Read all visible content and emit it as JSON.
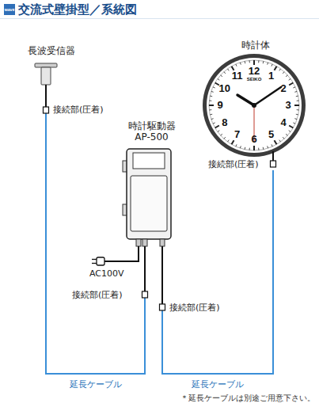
{
  "diagram": {
    "title": "交流式壁掛型／系統図",
    "nodes": [
      {
        "text": [
          "長波受信器"
        ]
      },
      {
        "text": [
          "時計駆動器",
          "AP-500"
        ]
      },
      {
        "text": [
          "時計体"
        ]
      }
    ],
    "edges": [
      {
        "from": 0,
        "to": 1,
        "arrow": "none",
        "label": "延長ケーブル"
      },
      {
        "from": 1,
        "to": 2,
        "arrow": "none",
        "label": "延長ケーブル"
      }
    ],
    "labels": [
      "WAVE",
      "接続部(圧着)",
      "接続部(圧着)",
      "接続部(圧着)",
      "接続部(圧着)",
      "AC100V",
      "12",
      "1",
      "2",
      "3",
      "4",
      "5",
      "6",
      "7",
      "8",
      "9",
      "10",
      "11",
      "SEIKO",
      "＊延長ケーブルは別途ご用意下さい。"
    ]
  }
}
